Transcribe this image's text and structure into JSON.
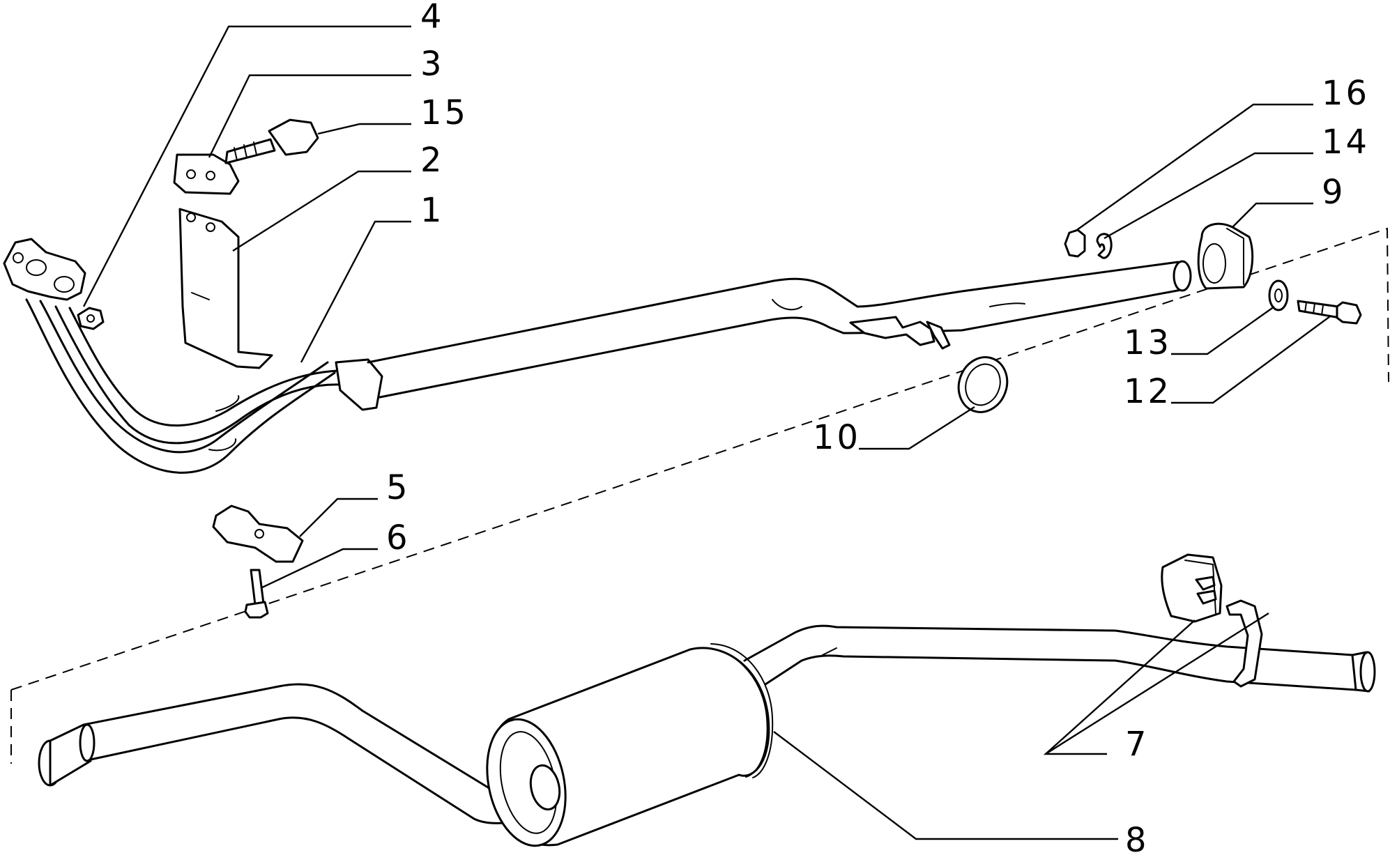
{
  "diagram": {
    "callouts": [
      {
        "id": "c1",
        "label": "1"
      },
      {
        "id": "c2",
        "label": "2"
      },
      {
        "id": "c3",
        "label": "3"
      },
      {
        "id": "c4",
        "label": "4"
      },
      {
        "id": "c5",
        "label": "5"
      },
      {
        "id": "c6",
        "label": "6"
      },
      {
        "id": "c7",
        "label": "7"
      },
      {
        "id": "c8",
        "label": "8"
      },
      {
        "id": "c9",
        "label": "9"
      },
      {
        "id": "c10",
        "label": "10"
      },
      {
        "id": "c12",
        "label": "12"
      },
      {
        "id": "c13",
        "label": "13"
      },
      {
        "id": "c14",
        "label": "14"
      },
      {
        "id": "c15",
        "label": "15"
      },
      {
        "id": "c16",
        "label": "16"
      }
    ]
  }
}
